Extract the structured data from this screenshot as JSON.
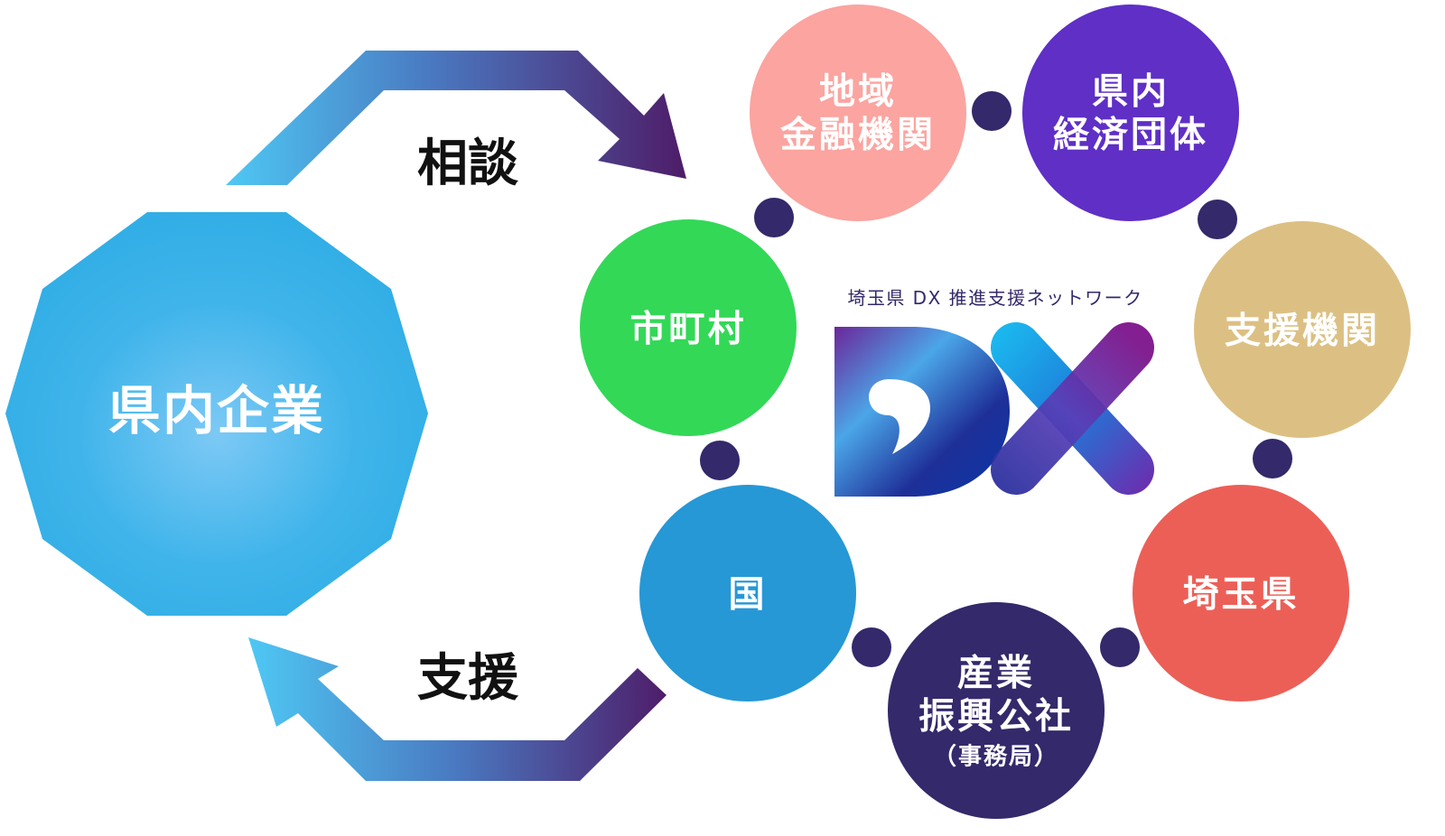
{
  "enterprise": {
    "label": "県内企業"
  },
  "arrows": {
    "top_label": "相談",
    "bottom_label": "支援"
  },
  "network": {
    "caption": "埼玉県 DX 推進支援ネットワーク",
    "logo_text": "DX"
  },
  "nodes": [
    {
      "id": "regional-finance",
      "lines": [
        "地域",
        "金融機関"
      ],
      "color": "#FBA4A0"
    },
    {
      "id": "economic-org",
      "lines": [
        "県内",
        "経済団体"
      ],
      "color": "#5F2FC6"
    },
    {
      "id": "support-org",
      "lines": [
        "支援機関"
      ],
      "color": "#DCC083"
    },
    {
      "id": "saitama",
      "lines": [
        "埼玉県"
      ],
      "color": "#EC5F57"
    },
    {
      "id": "industry-corp",
      "lines": [
        "産業",
        "振興公社"
      ],
      "sub": "（事務局）",
      "color": "#33296B"
    },
    {
      "id": "national",
      "lines": [
        "国"
      ],
      "color": "#2698D6"
    },
    {
      "id": "municipal",
      "lines": [
        "市町村"
      ],
      "color": "#33D857"
    }
  ],
  "colors": {
    "connector": "#33296B",
    "enterprise_fill": "#3BB2E8",
    "arrow_start": "#4EC8F4",
    "arrow_end": "#4E1C68"
  }
}
